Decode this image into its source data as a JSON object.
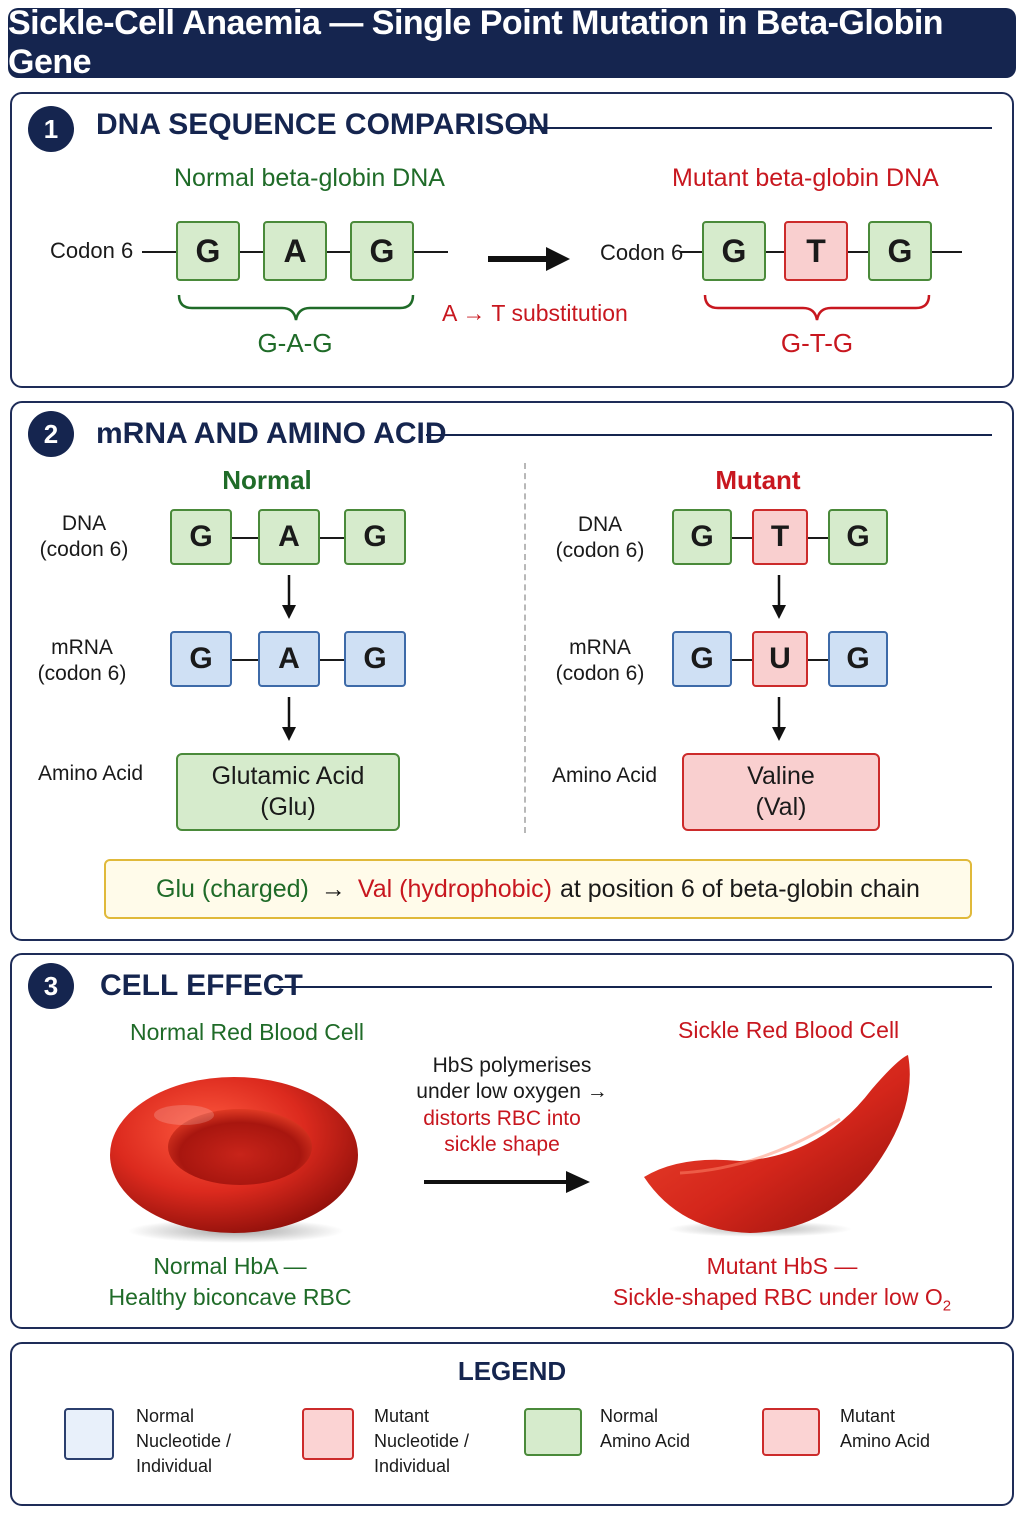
{
  "title": "Sickle-Cell Anaemia — Single Point Mutation in Beta-Globin Gene",
  "section1": {
    "number": "1",
    "heading": "DNA SEQUENCE COMPARISON",
    "normal_label": "Normal beta-globin DNA",
    "mutant_label": "Mutant beta-globin DNA",
    "codon_label": "Codon 6",
    "normal_bases": [
      "G",
      "A",
      "G"
    ],
    "mutant_bases": [
      "G",
      "T",
      "G"
    ],
    "normal_seq": "G-A-G",
    "mutant_seq": "G-T-G",
    "substitution": "A → T substitution"
  },
  "section2": {
    "number": "2",
    "heading": "mRNA AND AMINO ACID",
    "normal_title": "Normal",
    "mutant_title": "Mutant",
    "dna_label": "DNA\n(codon 6)",
    "mrna_label": "mRNA\n(codon 6)",
    "amino_label": "Amino Acid",
    "normal_dna": [
      "G",
      "A",
      "G"
    ],
    "normal_mrna": [
      "G",
      "A",
      "G"
    ],
    "mutant_dna": [
      "G",
      "T",
      "G"
    ],
    "mutant_mrna": [
      "G",
      "U",
      "G"
    ],
    "normal_amino": "Glutamic Acid\n(Glu)",
    "mutant_amino": "Valine\n(Val)",
    "note_normal": "Glu (charged)",
    "note_arrow": "→",
    "note_mutant": "Val (hydrophobic)",
    "note_rest": "at position 6 of beta-globin chain"
  },
  "section3": {
    "number": "3",
    "heading": "CELL EFFECT",
    "normal_title": "Normal Red Blood Cell",
    "sickle_title": "Sickle Red Blood Cell",
    "process_line1": "HbS polymerises",
    "process_line2": "under low oxygen →",
    "process_line3": "distorts RBC into",
    "process_line4": "sickle shape",
    "normal_caption_1": "Normal HbA —",
    "normal_caption_2": "Healthy biconcave RBC",
    "sickle_caption_1": "Mutant HbS —",
    "sickle_caption_2": "Sickle-shaped RBC under low O",
    "sickle_caption_sub": "2"
  },
  "legend": {
    "title": "LEGEND",
    "items": [
      {
        "label": "Normal\nNucleotide /\nIndividual",
        "color": "#e8f0fa",
        "border": "#2b3f6e"
      },
      {
        "label": "Mutant\nNucleotide /\nIndividual",
        "color": "#fbd3d3",
        "border": "#cc2b2b"
      },
      {
        "label": "Normal\nAmino Acid",
        "color": "#d6ebcc",
        "border": "#4a8a3a"
      },
      {
        "label": "Mutant\nAmino Acid",
        "color": "#fbd3d3",
        "border": "#cc2b2b"
      }
    ]
  },
  "colors": {
    "navy": "#15254f",
    "normal_green": "#1f6b28",
    "mutant_red": "#c8171f",
    "rbc_red": "#d8261c"
  }
}
